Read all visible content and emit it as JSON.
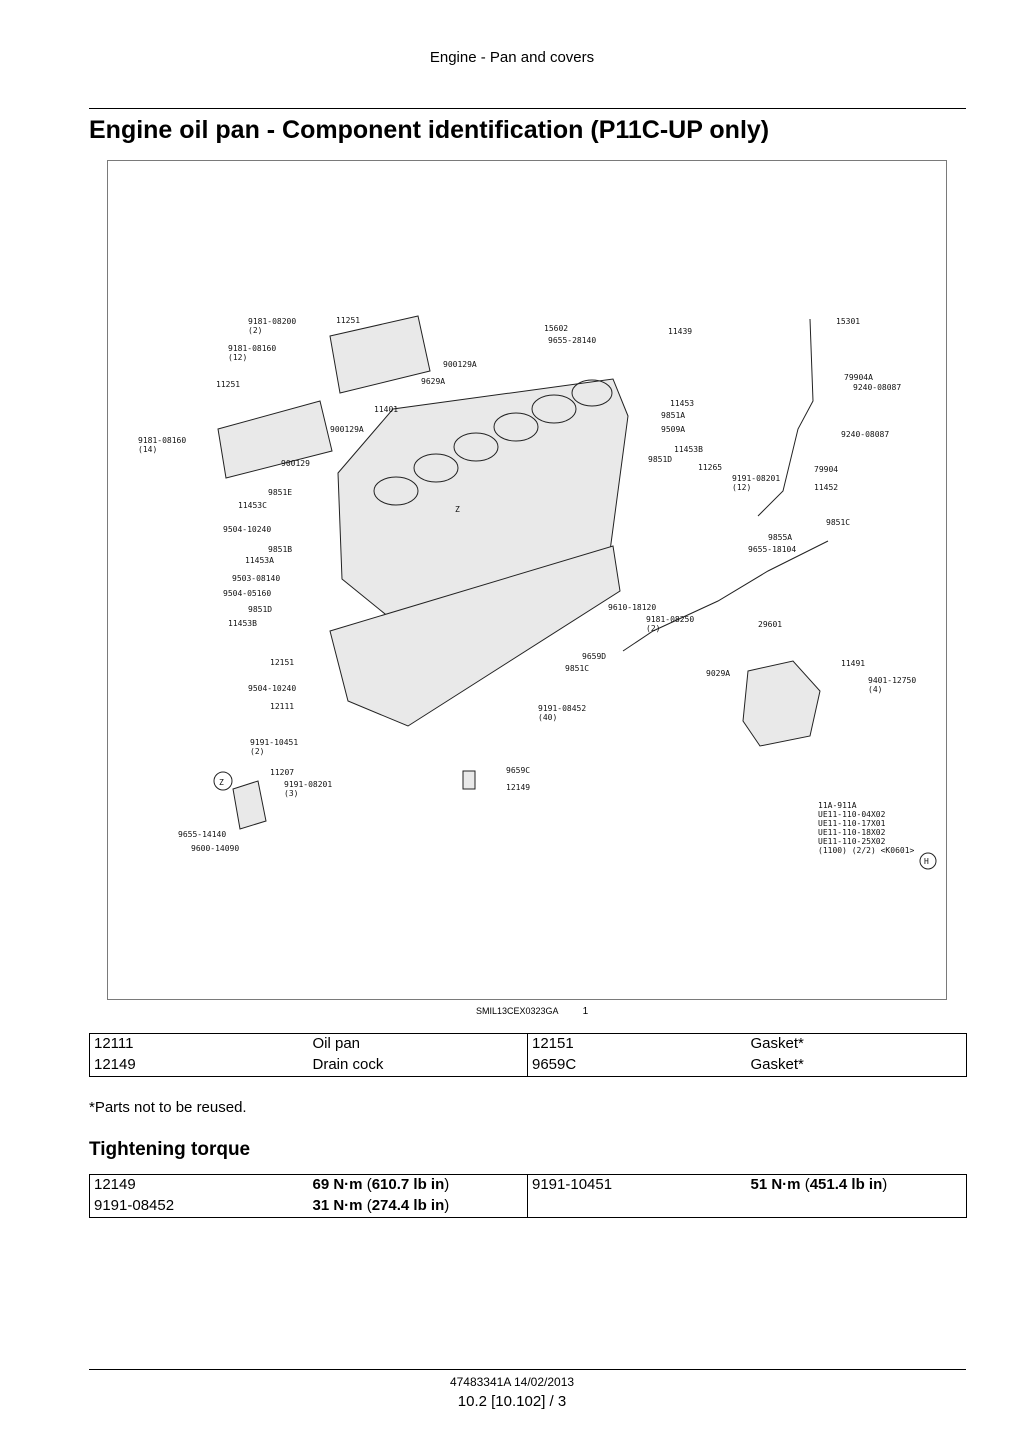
{
  "header": {
    "running_title": "Engine - Pan and covers"
  },
  "page_title": "Engine oil pan - Component identification (P11C-UP only)",
  "figure": {
    "caption_id": "SMIL13CEX0323GA",
    "caption_number": "1",
    "callouts": {
      "c1": "9181-08200\n(2)",
      "c2": "11251",
      "c3": "9181-08160\n(12)",
      "c4": "11251",
      "c5": "9181-08160\n(14)",
      "c6": "15602",
      "c7": "9655-28140",
      "c8": "11439",
      "c9": "15301",
      "c10": "900129A",
      "c11": "9629A",
      "c12": "11401",
      "c13": "900129A",
      "c14": "900129",
      "c15": "9851E",
      "c16": "11453C",
      "c17": "9504-10240",
      "c18": "9851B",
      "c19": "11453A",
      "c20": "9503-08140",
      "c21": "9504-05160",
      "c22": "9851D",
      "c23": "11453B",
      "c24": "12151",
      "c25": "9504-10240",
      "c26": "12111",
      "c27": "9191-10451\n(2)",
      "c28": "11207",
      "c29": "9191-08201\n(3)",
      "c30": "9655-14140",
      "c31": "9600-14090",
      "c32": "11453",
      "c33": "9851A",
      "c34": "9509A",
      "c35": "11453B",
      "c36": "9851D",
      "c37": "11265",
      "c38": "9191-08201\n(12)",
      "c39": "79904A",
      "c40": "9240-08087",
      "c41": "9240-08087",
      "c42": "79904",
      "c43": "11452",
      "c44": "9851C",
      "c45": "9855A",
      "c46": "9655-18104",
      "c47": "9610-18120",
      "c48": "9181-08250\n(2)",
      "c49": "29601",
      "c50": "9659D",
      "c51": "9851C",
      "c52": "9029A",
      "c53": "11491",
      "c54": "9401-12750\n(4)",
      "c55": "9191-08452\n(40)",
      "c56": "9659C",
      "c57": "12149",
      "view_z1": "Z",
      "view_z2": "Z",
      "view_h": "H",
      "ref_block": "11A-911A\nUE11-110-04X02\nUE11-110-17X01\nUE11-110-18X02\nUE11-110-25X02\n(1100) (2/2) <K0601>"
    }
  },
  "parts_table": {
    "rows": [
      {
        "code1": "12111",
        "name1": "Oil pan",
        "code2": "12151",
        "name2": "Gasket*"
      },
      {
        "code1": "12149",
        "name1": "Drain cock",
        "code2": "9659C",
        "name2": "Gasket*"
      }
    ]
  },
  "note": "*Parts not to be reused.",
  "torque_section": {
    "title": "Tightening torque",
    "rows": [
      {
        "code1": "12149",
        "nm1": "69 N·m",
        "lbin1": "610.7 lb in",
        "code2": "9191-10451",
        "nm2": "51 N·m",
        "lbin2": "451.4 lb in"
      },
      {
        "code1": "9191-08452",
        "nm1": "31 N·m",
        "lbin1": "274.4 lb in",
        "code2": "",
        "nm2": "",
        "lbin2": ""
      }
    ]
  },
  "footer": {
    "doc_id": "47483341A 14/02/2013",
    "page_ref": "10.2 [10.102] / 3"
  }
}
